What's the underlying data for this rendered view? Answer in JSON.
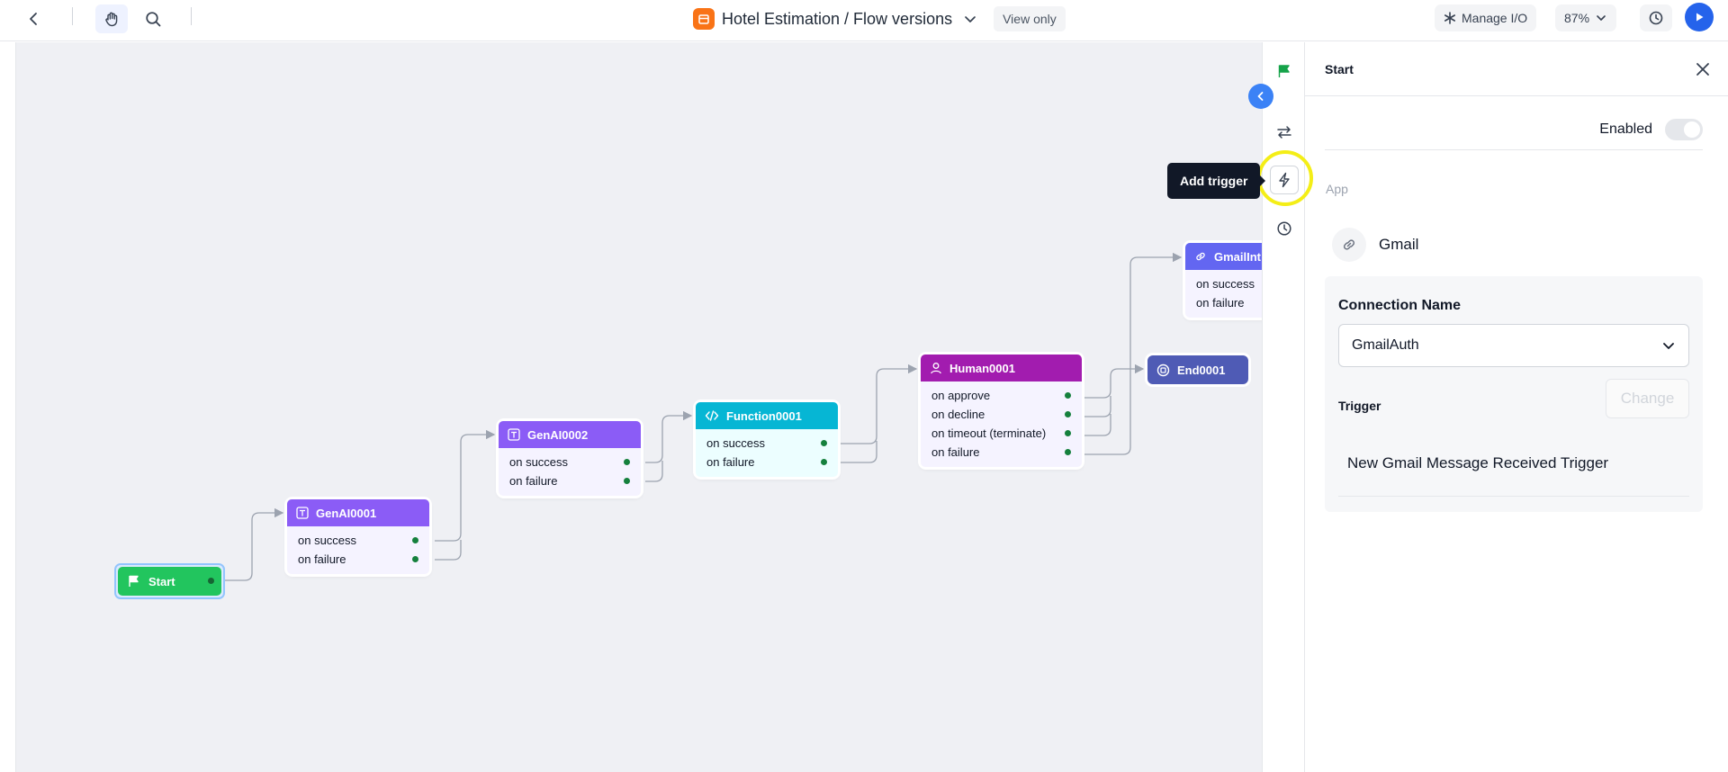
{
  "header": {
    "title": "Hotel Estimation / Flow versions",
    "view_mode": "View only",
    "manage_io": "Manage I/O",
    "zoom": "87%",
    "icons": [
      "back-arrow-icon",
      "hand-icon",
      "search-icon",
      "app-icon",
      "chevron-down-icon",
      "asterisk-icon",
      "history-icon",
      "play-icon"
    ]
  },
  "flow": {
    "start": {
      "label": "Start"
    },
    "nodes": [
      {
        "id": "genai1",
        "label": "GenAI0001",
        "color": "#8b5cf6",
        "ports": [
          "on success",
          "on failure"
        ]
      },
      {
        "id": "genai2",
        "label": "GenAI0002",
        "color": "#8b5cf6",
        "ports": [
          "on success",
          "on failure"
        ]
      },
      {
        "id": "func1",
        "label": "Function0001",
        "color": "#06b6d4",
        "ports": [
          "on success",
          "on failure"
        ]
      },
      {
        "id": "human1",
        "label": "Human0001",
        "color": "#a21caf",
        "ports": [
          "on approve",
          "on decline",
          "on timeout (terminate)",
          "on failure"
        ]
      },
      {
        "id": "gmail",
        "label": "GmailInt",
        "color": "#6366f1",
        "ports": [
          "on success",
          "on failure"
        ]
      }
    ],
    "end": {
      "label": "End0001"
    }
  },
  "tooltip": {
    "text": "Add trigger"
  },
  "panel": {
    "title": "Start",
    "enabled_label": "Enabled",
    "enabled": false,
    "section_label": "App",
    "app_name": "Gmail",
    "connection_label": "Connection Name",
    "connection_value": "GmailAuth",
    "trigger_label": "Trigger",
    "change_label": "Change",
    "trigger_value": "New Gmail Message Received Trigger"
  },
  "colors": {
    "accent": "#2563eb",
    "start": "#22c55e",
    "end": "#4f5bb5",
    "port_dot": "#15803d",
    "highlight": "#f4ee17"
  }
}
